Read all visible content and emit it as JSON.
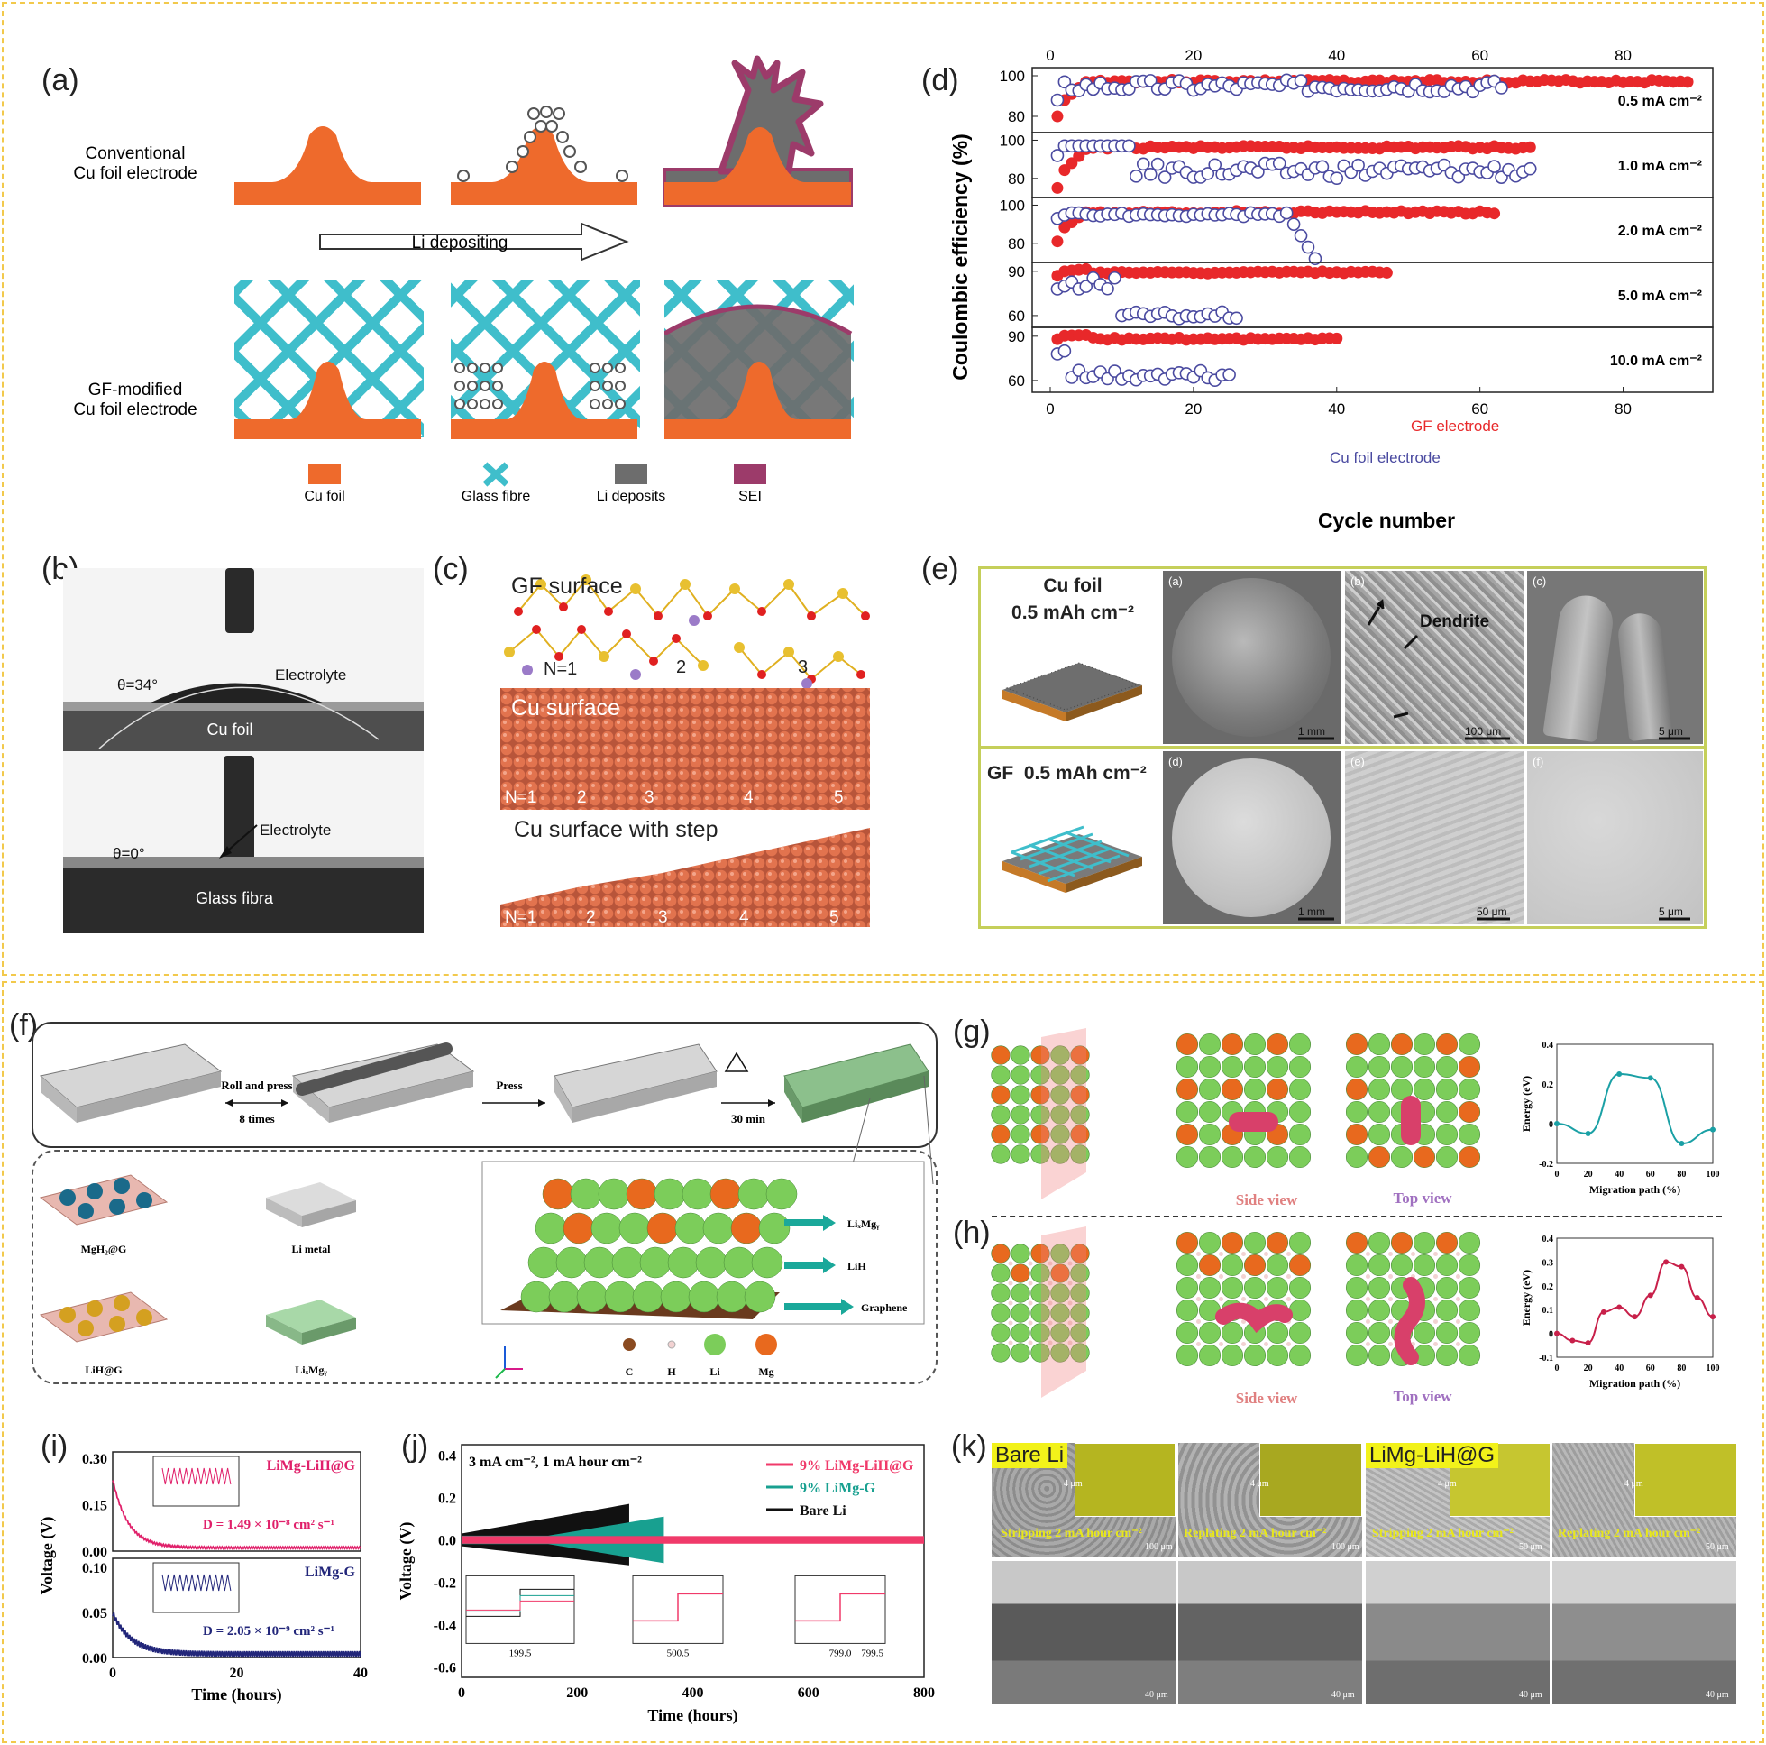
{
  "panels": {
    "a": {
      "label": "(a)",
      "row1": "Conventional",
      "row1b": "Cu foil electrode",
      "row2": "GF-modified",
      "row2b": "Cu foil electrode",
      "arrow": "Li depositing",
      "legend": [
        "Cu foil",
        "Glass fibre",
        "Li deposits",
        "SEI"
      ],
      "colors": {
        "cu": "#ee6a2c",
        "gf": "#3fbecb",
        "li": "#6d6d6d",
        "sei": "#9c3b6a"
      }
    },
    "b": {
      "label": "(b)",
      "angle1": "θ=34°",
      "electrolyte1": "Electrolyte",
      "sub1": "Cu foil",
      "angle2": "θ=0°",
      "electrolyte2": "Electrolyte",
      "sub2": "Glass fibra"
    },
    "c": {
      "label": "(c)",
      "title1": "GF surface",
      "n1": [
        "N=1",
        "2",
        "3"
      ],
      "title2": "Cu surface",
      "n2": [
        "N=1",
        "2",
        "3",
        "4",
        "5"
      ],
      "title3": "Cu surface with step",
      "n3": [
        "N=1",
        "2",
        "3",
        "4",
        "5"
      ]
    },
    "d": {
      "label": "(d)"
    },
    "e": {
      "label": "(e)",
      "row1": "Cu foil",
      "row1b": "0.5 mAh cm⁻²",
      "row2": "GF",
      "row2b": "0.5 mAh cm⁻²",
      "sub": [
        "(a)",
        "(b)",
        "(c)",
        "(d)",
        "(e)",
        "(f)"
      ],
      "dendrite": "Dendrite",
      "scales1": [
        "1 mm",
        "100 μm",
        "5 μm"
      ],
      "scales2": [
        "1 mm",
        "50 μm",
        "5 μm"
      ]
    },
    "f": {
      "label": "(f)",
      "step1": "Roll and press",
      "step1b": "8 times",
      "step2": "Press",
      "step3": "30 min",
      "items": [
        "MgH₂@G",
        "Li metal",
        "LiH@G",
        "LiₓMgᵧ"
      ],
      "layers": [
        "LiₓMgᵧ",
        "LiH",
        "Graphene"
      ],
      "atoms": [
        "C",
        "H",
        "Li",
        "Mg"
      ]
    },
    "g": {
      "label": "(g)",
      "side": "Side view",
      "top": "Top view",
      "ylabel": "Energy (eV)",
      "xlabel": "Migration path (%)"
    },
    "h": {
      "label": "(h)",
      "side": "Side view",
      "top": "Top view",
      "ylabel": "Energy (eV)",
      "xlabel": "Migration path (%)"
    },
    "i": {
      "label": "(i)",
      "s1": "LiMg-LiH@G",
      "s2": "LiMg-G",
      "d1": "= 1.49 × 10⁻⁸ cm² s⁻¹",
      "d2": "= 2.05 × 10⁻⁹ cm² s⁻¹",
      "dsym": "D",
      "ylabel": "Voltage (V)",
      "xlabel": "Time (hours)"
    },
    "j": {
      "label": "(j)",
      "cond": "3 mA  cm⁻², 1 mA hour cm⁻²",
      "legend": [
        "9% LiMg-LiH@G",
        "9% LiMg-G",
        "Bare Li"
      ],
      "ylabel": "Voltage (V)",
      "xlabel": "Time (hours)",
      "insets": [
        "199.5",
        "500.5",
        "799.0",
        "799.5"
      ]
    },
    "k": {
      "label": "(k)",
      "tag1": "Bare Li",
      "tag2": "LiMg-LiH@G",
      "cap1": "Stripping 2 mA hour cm⁻²",
      "cap2": "Replating 2 mA hour cm⁻²",
      "sb": [
        "4 μm",
        "100 μm",
        "50 μm",
        "40 μm"
      ]
    }
  },
  "chart_data": [
    {
      "type": "scatter",
      "id": "d",
      "xlabel": "Cycle number",
      "ylabel": "Coulombic efficiency (%)",
      "xlim": [
        0,
        90
      ],
      "legend": [
        "GF electrode",
        "Cu foil electrode"
      ],
      "subplots": [
        {
          "rate": "0.5 mA cm⁻²",
          "ylim": [
            72,
            104
          ],
          "yticks": [
            80,
            100
          ],
          "gf_cycles": 89,
          "gf_level": 98,
          "gf_first": 80,
          "cu_cycles": 63,
          "cu_level": 95
        },
        {
          "rate": "1.0 mA cm⁻²",
          "ylim": [
            70,
            104
          ],
          "yticks": [
            80,
            100
          ],
          "gf_cycles": 67,
          "gf_level": 97,
          "gf_first": 75,
          "cu_cycles": 67,
          "cu_level": 84
        },
        {
          "rate": "2.0 mA cm⁻²",
          "ylim": [
            70,
            104
          ],
          "yticks": [
            80,
            100
          ],
          "gf_cycles": 62,
          "gf_level": 97,
          "gf_first": 81,
          "cu_cycles": 38,
          "cu_level": 96
        },
        {
          "rate": "5.0 mA cm⁻²",
          "ylim": [
            52,
            96
          ],
          "yticks": [
            60,
            90
          ],
          "gf_cycles": 47,
          "gf_level": 90,
          "gf_first": 87,
          "cu_cycles": 26,
          "cu_level": 60
        },
        {
          "rate": "10.0 mA cm⁻²",
          "ylim": [
            52,
            96
          ],
          "yticks": [
            60,
            90
          ],
          "gf_cycles": 40,
          "gf_level": 89,
          "gf_first": 88,
          "cu_cycles": 25,
          "cu_level": 63
        }
      ],
      "colors": {
        "gf": "#e8282a",
        "cu": "#4a4aa0"
      }
    },
    {
      "type": "line",
      "id": "g",
      "xlabel": "Migration path (%)",
      "ylabel": "Energy (eV)",
      "xlim": [
        0,
        100
      ],
      "ylim": [
        -0.2,
        0.4
      ],
      "xticks": [
        0,
        20,
        40,
        60,
        80,
        100
      ],
      "yticks": [
        -0.2,
        0,
        0.2,
        0.4
      ],
      "x": [
        0,
        20,
        40,
        60,
        80,
        100
      ],
      "y": [
        0,
        -0.05,
        0.25,
        0.23,
        -0.1,
        -0.03
      ],
      "color": "#1aa0a5"
    },
    {
      "type": "line",
      "id": "h",
      "xlabel": "Migration path (%)",
      "ylabel": "Energy (eV)",
      "xlim": [
        0,
        100
      ],
      "ylim": [
        -0.1,
        0.4
      ],
      "xticks": [
        0,
        20,
        40,
        60,
        80,
        100
      ],
      "yticks": [
        -0.1,
        0,
        0.1,
        0.2,
        0.3,
        0.4
      ],
      "x": [
        0,
        10,
        20,
        30,
        40,
        50,
        60,
        70,
        80,
        90,
        100
      ],
      "y": [
        0,
        -0.03,
        -0.04,
        0.09,
        0.11,
        0.07,
        0.16,
        0.3,
        0.28,
        0.15,
        0.07
      ],
      "color": "#c8204a"
    },
    {
      "type": "line",
      "id": "i",
      "xlabel": "Time (hours)",
      "ylabel": "Voltage (V)",
      "xlim": [
        0,
        40
      ],
      "subplots": [
        {
          "series": "LiMg-LiH@G",
          "ylim": [
            0,
            0.32
          ],
          "yticks": [
            0.0,
            0.15,
            0.3
          ],
          "color": "#e0206a"
        },
        {
          "series": "LiMg-G",
          "ylim": [
            0,
            0.11
          ],
          "yticks": [
            0.0,
            0.05,
            0.1
          ],
          "color": "#22267a"
        }
      ],
      "xticks": [
        0,
        20,
        40
      ]
    },
    {
      "type": "line",
      "id": "j",
      "xlabel": "Time (hours)",
      "ylabel": "Voltage (V)",
      "xlim": [
        0,
        800
      ],
      "ylim": [
        -0.65,
        0.45
      ],
      "xticks": [
        0,
        200,
        400,
        600,
        800
      ],
      "yticks": [
        -0.6,
        -0.4,
        -0.2,
        0.0,
        0.2,
        0.4
      ],
      "series": [
        {
          "name": "9% LiMg-LiH@G",
          "end": 800,
          "color": "#f03a6a"
        },
        {
          "name": "9% LiMg-G",
          "end": 350,
          "color": "#18a090"
        },
        {
          "name": "Bare Li",
          "end": 290,
          "color": "#111111"
        }
      ]
    }
  ]
}
